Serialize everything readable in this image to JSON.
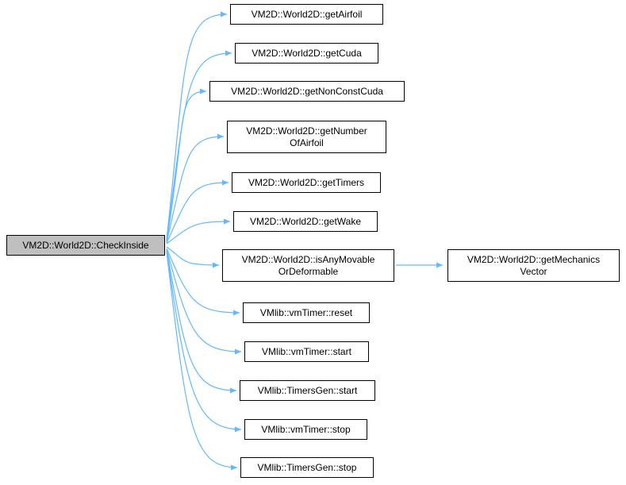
{
  "diagram": {
    "type": "call-graph",
    "edge_color": "#63B8FF",
    "root_fill": "#BFBFBF",
    "root": {
      "label": "VM2D::World2D::CheckInside"
    },
    "nodes": {
      "getAirfoil": {
        "label": "VM2D::World2D::getAirfoil"
      },
      "getCuda": {
        "label": "VM2D::World2D::getCuda"
      },
      "getNonConstCuda": {
        "label": "VM2D::World2D::getNonConstCuda"
      },
      "getNumberOfAirfoil": {
        "label": "VM2D::World2D::getNumber\nOfAirfoil"
      },
      "getTimers": {
        "label": "VM2D::World2D::getTimers"
      },
      "getWake": {
        "label": "VM2D::World2D::getWake"
      },
      "isAnyMovableOrDeformable": {
        "label": "VM2D::World2D::isAnyMovable\nOrDeformable"
      },
      "vmTimerReset": {
        "label": "VMlib::vmTimer::reset"
      },
      "vmTimerStart": {
        "label": "VMlib::vmTimer::start"
      },
      "timersGenStart": {
        "label": "VMlib::TimersGen::start"
      },
      "vmTimerStop": {
        "label": "VMlib::vmTimer::stop"
      },
      "timersGenStop": {
        "label": "VMlib::TimersGen::stop"
      },
      "getMechanicsVector": {
        "label": "VM2D::World2D::getMechanics\nVector"
      }
    },
    "edges": [
      "CheckInside->getAirfoil",
      "CheckInside->getCuda",
      "CheckInside->getNonConstCuda",
      "CheckInside->getNumberOfAirfoil",
      "CheckInside->getTimers",
      "CheckInside->getWake",
      "CheckInside->isAnyMovableOrDeformable",
      "CheckInside->vmTimerReset",
      "CheckInside->vmTimerStart",
      "CheckInside->timersGenStart",
      "CheckInside->vmTimerStop",
      "CheckInside->timersGenStop",
      "isAnyMovableOrDeformable->getMechanicsVector"
    ]
  }
}
